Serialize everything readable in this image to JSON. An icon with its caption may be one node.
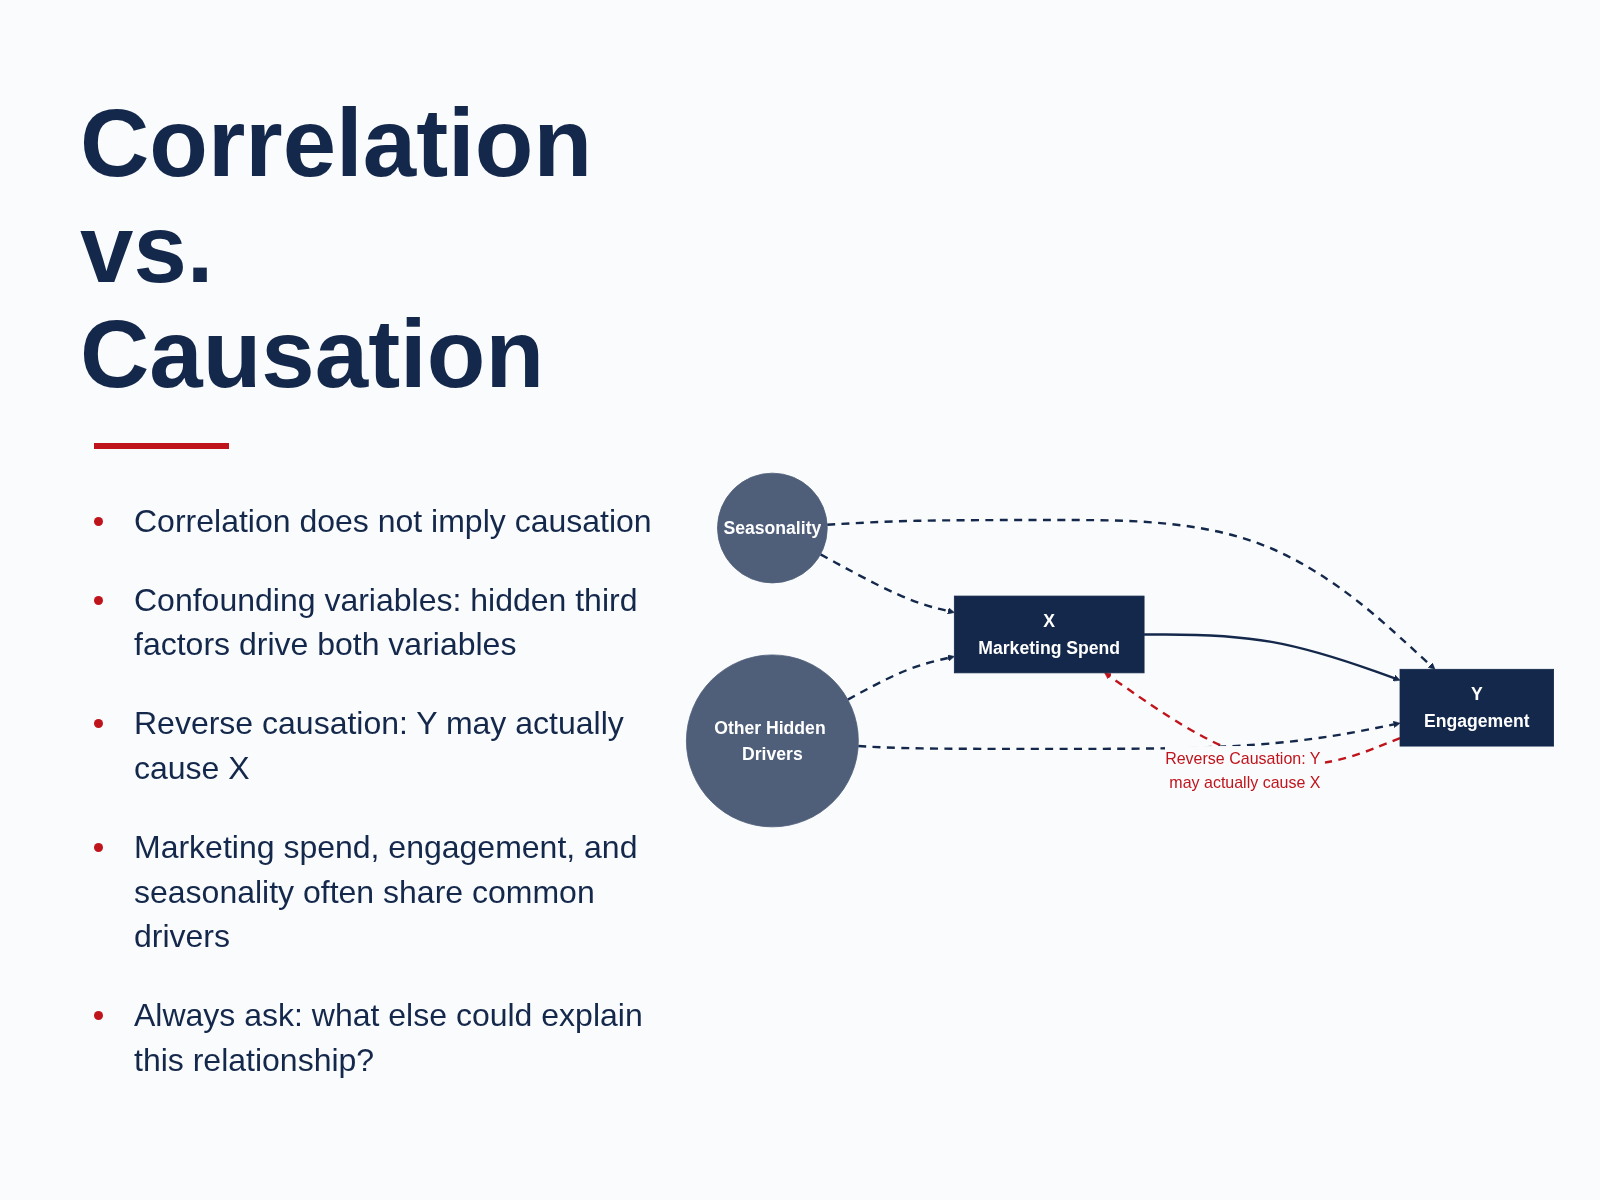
{
  "diagram": {
    "title": "Correlation vs. Causation",
    "nodes": [
      {
        "text": [
          "Seasonality"
        ]
      },
      {
        "text": [
          "X",
          "Marketing Spend"
        ]
      },
      {
        "text": [
          "Y",
          "Engagement"
        ]
      },
      {
        "text": [
          "Other Hidden Drivers"
        ]
      }
    ],
    "edges": [
      {
        "from": 0,
        "to": 1,
        "arrow": "to",
        "style": "dashed"
      },
      {
        "from": 0,
        "to": 2,
        "arrow": "to",
        "style": "dashed"
      },
      {
        "from": 1,
        "to": 2,
        "arrow": "to"
      },
      {
        "from": 2,
        "to": 1,
        "arrow": "to",
        "style": "dashed",
        "color": "#c0141c",
        "label": "Reverse Causation: Y may actually cause X"
      },
      {
        "from": 3,
        "to": 1,
        "arrow": "to",
        "style": "dashed"
      },
      {
        "from": 3,
        "to": 2,
        "arrow": "to",
        "style": "dashed"
      }
    ],
    "labels": [
      "Correlation does not imply causation",
      "Confounding variables: hidden third factors drive both variables",
      "Reverse causation: Y may actually cause X",
      "Marketing spend, engagement, and seasonality often share common drivers",
      "Always ask: what else could explain this relationship?"
    ]
  }
}
